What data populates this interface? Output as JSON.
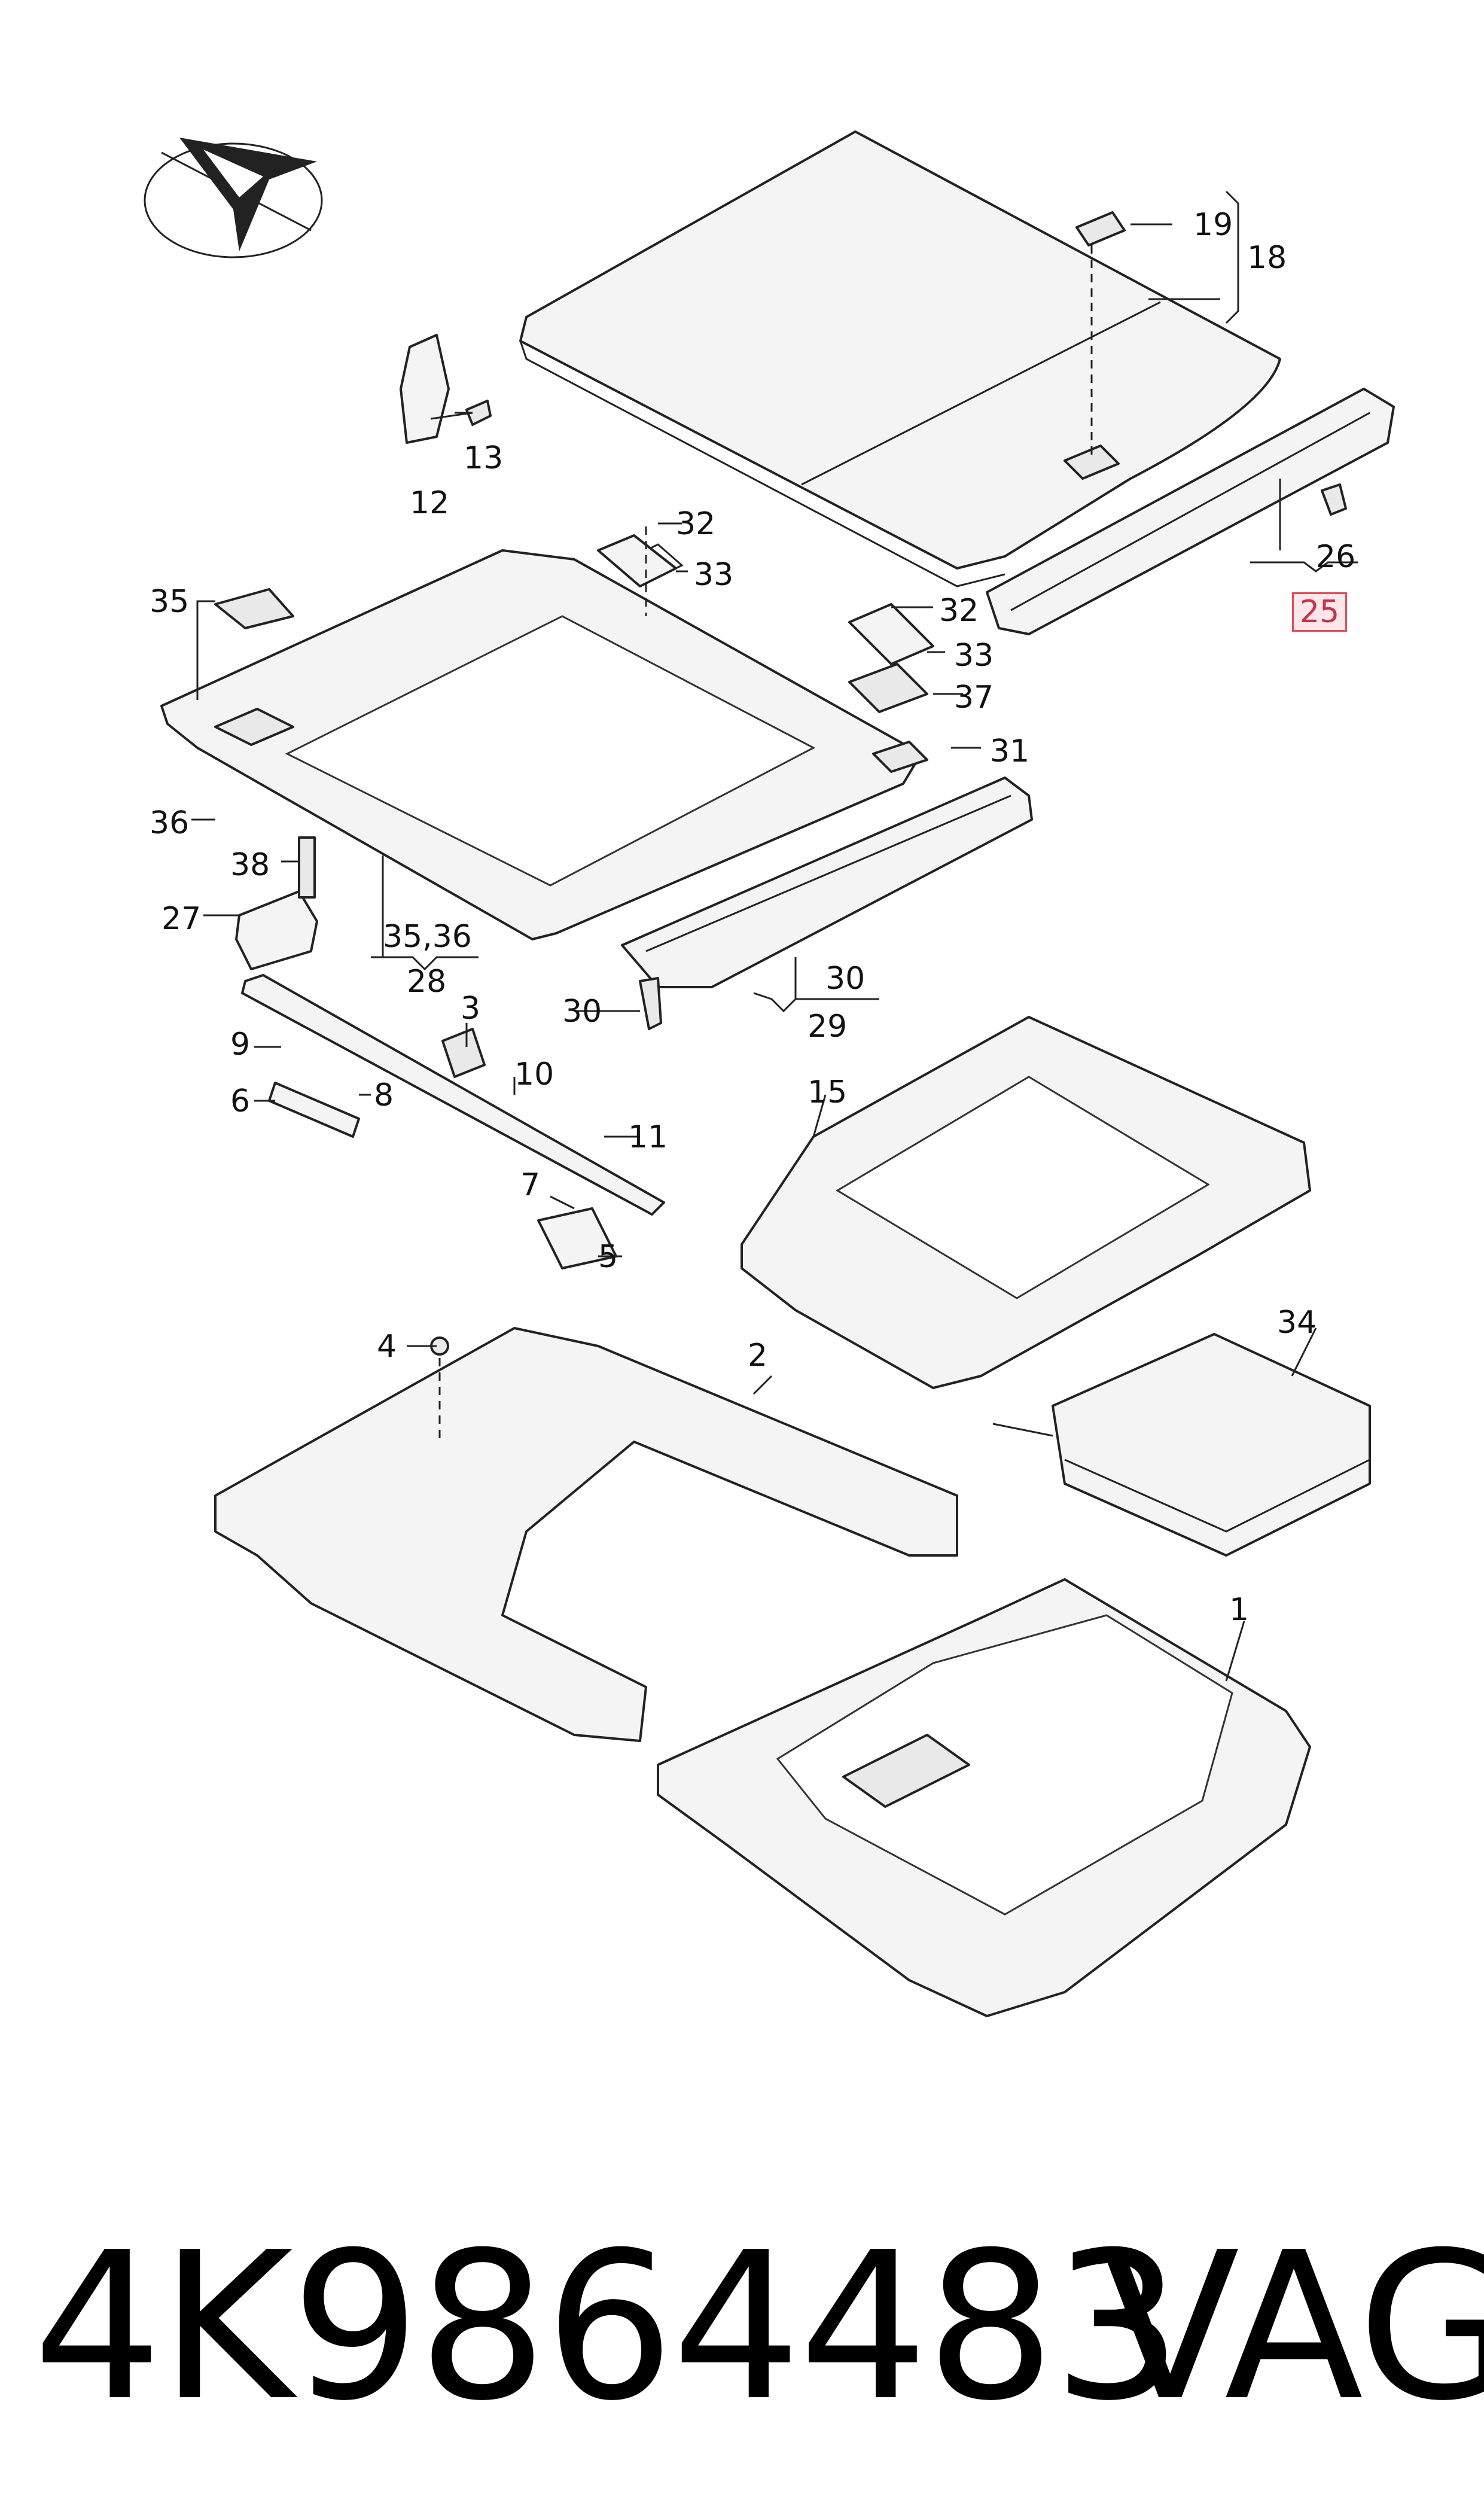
{
  "diagram": {
    "labels": {
      "p1": "1",
      "p2": "2",
      "p3": "3",
      "p4": "4",
      "p5": "5",
      "p6": "6",
      "p7": "7",
      "p8": "8",
      "p9": "9",
      "p10": "10",
      "p11": "11",
      "p12": "12",
      "p13": "13",
      "p15": "15",
      "p18": "18",
      "p19": "19",
      "p25": "25",
      "p26": "26",
      "p27": "27",
      "p28": "28",
      "p29": "29",
      "p30a": "30",
      "p30b": "30",
      "p31": "31",
      "p32a": "32",
      "p32b": "32",
      "p33a": "33",
      "p33b": "33",
      "p34": "34",
      "p35": "35",
      "p3536": "35,36",
      "p36": "36",
      "p37": "37",
      "p38": "38"
    },
    "highlight_color": "#e04b5a"
  },
  "footer": {
    "part_number": "4K9864483",
    "brand": "VAG"
  }
}
